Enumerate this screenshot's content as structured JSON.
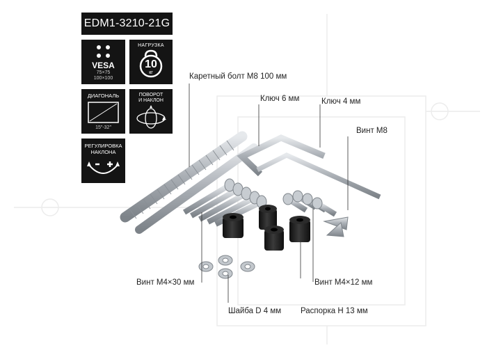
{
  "product": {
    "model": "EDM1-3210-21G"
  },
  "badges": {
    "vesa": {
      "title": "VESA",
      "line1": "75×75",
      "line2": "100×100",
      "icon": "four-dots-icon"
    },
    "load": {
      "title": "НАГРУЗКА",
      "value": "10",
      "unit": "кг",
      "icon": "kettlebell-icon"
    },
    "diagonal": {
      "title": "ДИАГОНАЛЬ",
      "range": "15″-32″",
      "icon": "screen-diagonal-icon"
    },
    "rotate": {
      "line1": "ПОВОРОТ",
      "line2": "И НАКЛОН",
      "icon": "rotate-tilt-icon"
    },
    "adjust": {
      "line1": "РЕГУЛИРОВКА",
      "line2": "НАКЛОНА",
      "icon": "tilt-adjust-icon"
    }
  },
  "callouts": {
    "carriage_bolt": "Каретный болт M8 100 мм",
    "key6": "Ключ 6 мм",
    "key4": "Ключ 4 мм",
    "screw_m8": "Винт M8",
    "screw_m4x30": "Винт M4×30 мм",
    "screw_m4x12": "Винт M4×12 мм",
    "washer": "Шайба D 4 мм",
    "spacer": "Распорка H 13 мм"
  },
  "colors": {
    "badge_bg": "#141414",
    "metal": "#b7bcc2",
    "rubber": "#1c1c1c",
    "watermark": "#e2e2e2"
  }
}
